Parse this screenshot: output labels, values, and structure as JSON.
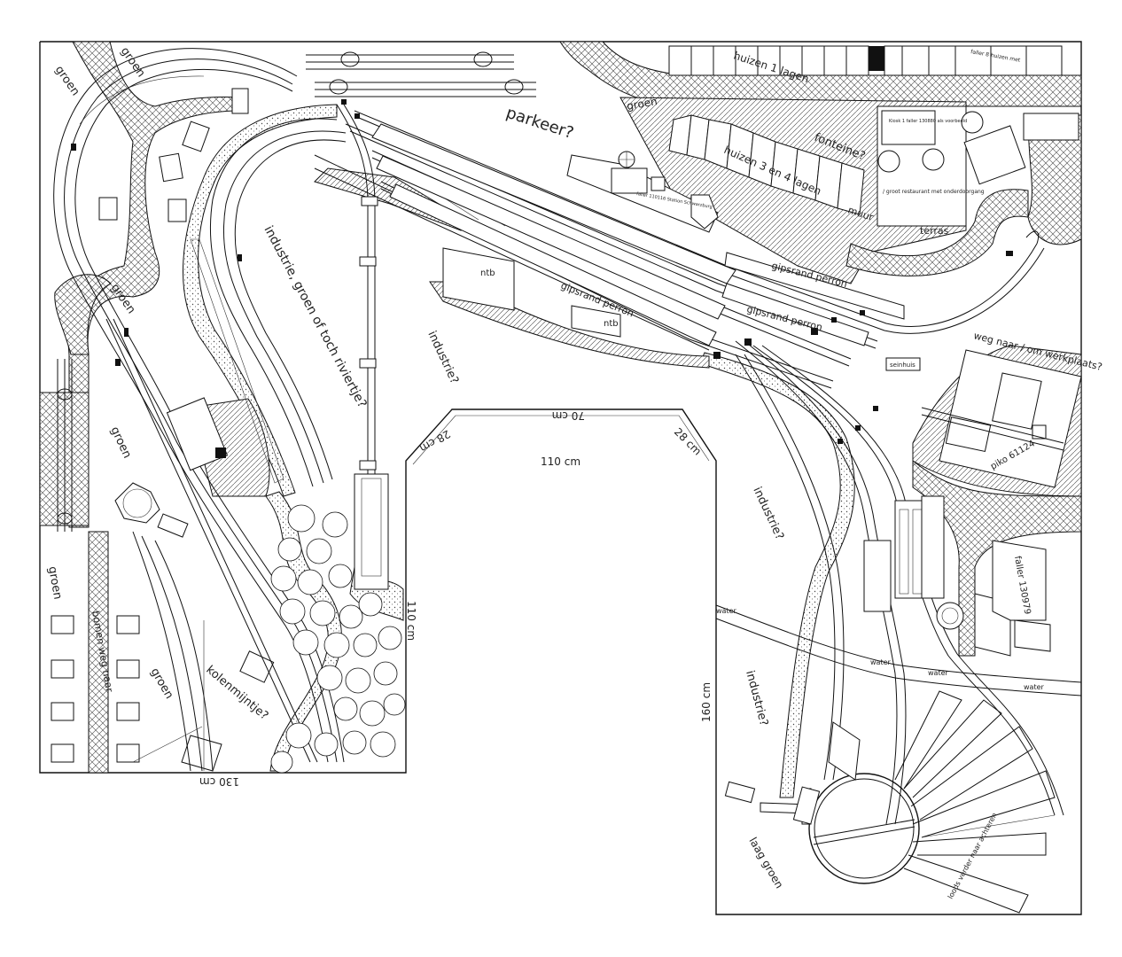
{
  "labels": {
    "groen_tl1": "groen",
    "groen_tl2": "groen",
    "groen_l1": "groen",
    "groen_l2": "groen",
    "groen_bl1": "groen",
    "groen_bl2": "groen",
    "groen_top": "groen",
    "industrie_groen": "industrie, groen of toch riviertje?",
    "industrie_1": "industrie?",
    "industrie_2": "industrie?",
    "industrie_3": "industrie?",
    "parkeer": "parkeer?",
    "fonteine": "fonteine?",
    "huizen_top": "huizen 1 lagen",
    "huizen_mid": "huizen 3 en 4 lagen",
    "muur": "muur",
    "terras": "terras",
    "groot_restaurant": "/ groot restaurant met onderdoorgang",
    "gipsrand_perron_1": "gipsrand perron",
    "gipsrand_perron_2": "gipsrand perron",
    "gipsrand_perron_3": "gipsrand perron",
    "ntb_1": "ntb",
    "ntb_2": "ntb",
    "seinhuis": "seinhuis",
    "weg_werkplaats": "weg naar / om werkplaats?",
    "piko": "piko 61124",
    "faller_130979": "faller 130979",
    "water_1": "water",
    "water_2": "water",
    "water_3": "water",
    "water_4": "water",
    "laag_groen": "laag groen",
    "loods": "loods verder naar achteren",
    "kolenmijntje": "kolenmijntje?",
    "bomen_weg": "bomen weg naar",
    "stationsgebouw": "faller 110116 Station Schwarzburg",
    "faller_top": "faller 8 huizen met",
    "kiosk": "Kiosk 1 faller 130880 als voorbeeld",
    "dim_110_top": "110 cm",
    "dim_110_right": "110 cm",
    "dim_70": "70 cm",
    "dim_28_l": "28 cm",
    "dim_28_r": "28 cm",
    "dim_160": "160 cm",
    "dim_130": "130 cm"
  }
}
